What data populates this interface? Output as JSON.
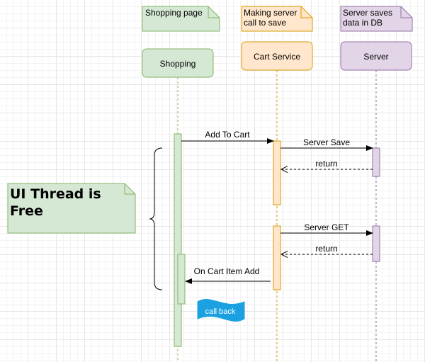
{
  "colors": {
    "green_fill": "#d5e8d4",
    "green_stroke": "#82b366",
    "orange_fill": "#ffe6cc",
    "orange_stroke": "#d79b00",
    "orange_bar_fill": "#ffe6cc",
    "purple_fill": "#e1d5e7",
    "purple_stroke": "#9673a6",
    "callback_fill": "#1ba1e2"
  },
  "notes": {
    "shopping": "Shopping page",
    "cart_line1": "Making server",
    "cart_line2": "call to save",
    "server_line1": "Server saves",
    "server_line2": "data in DB"
  },
  "lifelines": {
    "shopping": "Shopping",
    "cart": "Cart Service",
    "server": "Server"
  },
  "messages": {
    "add_to_cart": "Add To Cart",
    "server_save": "Server Save",
    "return_1": "return",
    "server_get": "Server GET",
    "return_2": "return",
    "on_cart_item_add": "On Cart Item Add"
  },
  "ui_note": {
    "line1": "UI Thread is",
    "line2": "Free"
  },
  "callback": "call back"
}
